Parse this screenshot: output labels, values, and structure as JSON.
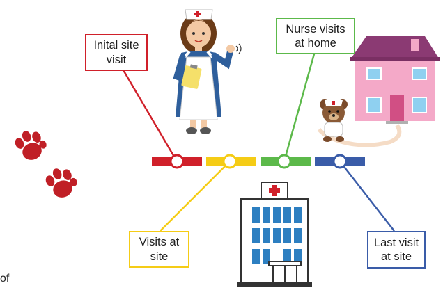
{
  "labels": {
    "initial": "Inital site visit",
    "at_site": "Visits at site",
    "home": "Nurse visits at home",
    "last": "Last visit at site"
  },
  "stray_text": "of",
  "colors": {
    "red": "#d0202a",
    "yellow": "#f5cc16",
    "green": "#5cb94a",
    "blue": "#3a5ca8",
    "paw": "#c01f26"
  },
  "icons": [
    "nurse-figure",
    "house",
    "teddy-bear-nurse",
    "hospital-building",
    "paw-print"
  ]
}
